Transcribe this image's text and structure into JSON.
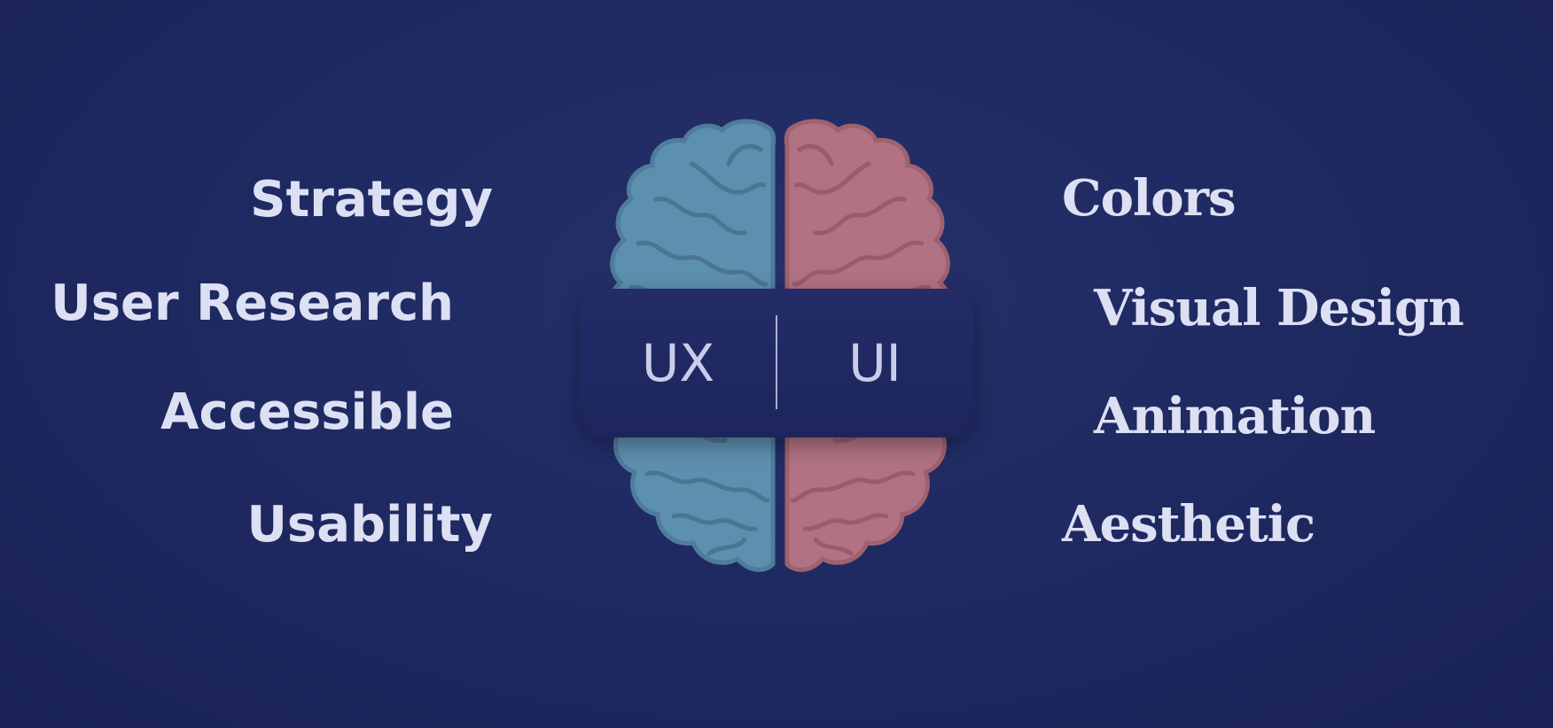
{
  "ux_terms": [
    "Strategy",
    "User Research",
    "Accessible",
    "Usability"
  ],
  "ui_terms": [
    "Colors",
    "Visual Design",
    "Animation",
    "Aesthetic"
  ],
  "badge": {
    "left_label": "UX",
    "right_label": "UI"
  },
  "colors": {
    "background": "#1f2a62",
    "text": "#dde0f3",
    "ux_hemisphere": "#5d8fae",
    "ui_hemisphere": "#b17283",
    "badge": "#1f2860"
  }
}
